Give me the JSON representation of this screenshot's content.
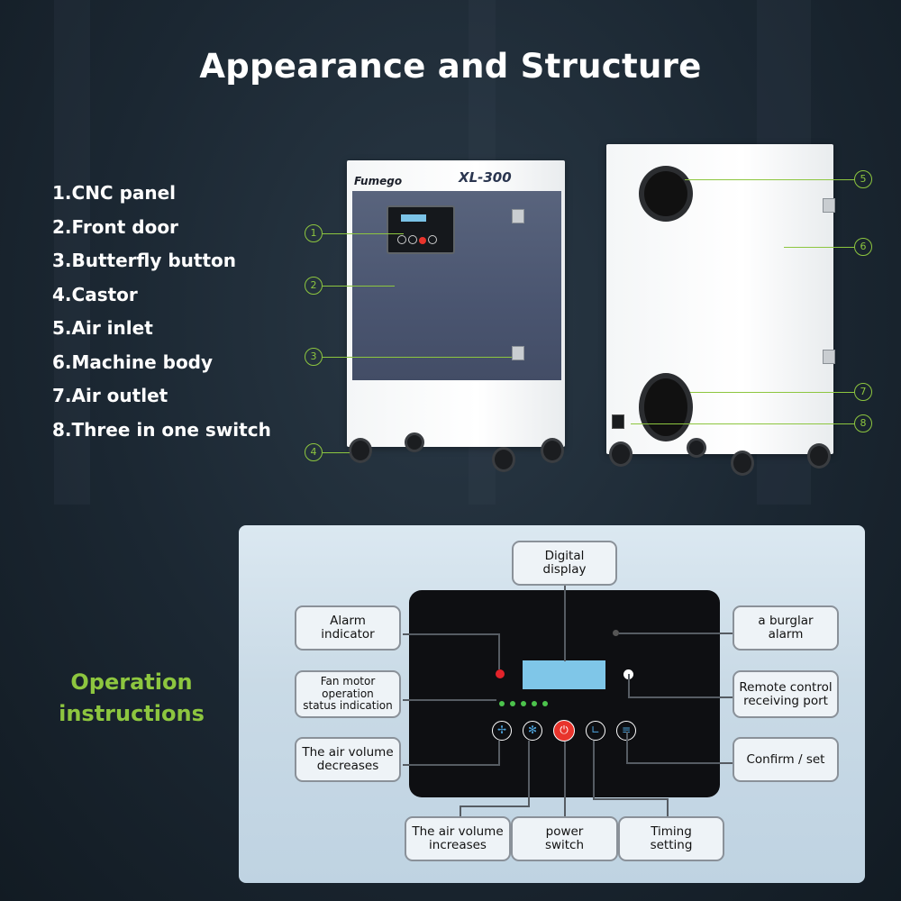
{
  "title": "Appearance and Structure",
  "parts": [
    "1.CNC panel",
    "2.Front door",
    "3.Butterfly button",
    "4.Castor",
    "5.Air inlet",
    "6.Machine body",
    "7.Air outlet",
    "8.Three in one switch"
  ],
  "machine": {
    "brand": "Fumego",
    "model": "XL-300"
  },
  "callouts": [
    "1",
    "2",
    "3",
    "4",
    "5",
    "6",
    "7",
    "8"
  ],
  "operation": {
    "heading_line1": "Operation",
    "heading_line2": "instructions",
    "labels": {
      "digital_display": [
        "Digital",
        "display"
      ],
      "alarm_indicator": [
        "Alarm",
        "indicator"
      ],
      "fan_motor": [
        "Fan motor",
        "operation",
        "status indication"
      ],
      "air_volume_decreases": [
        "The air volume",
        "decreases"
      ],
      "air_volume_increases": [
        "The air volume",
        "increases"
      ],
      "power_switch": [
        "power",
        "switch"
      ],
      "timing_setting": [
        "Timing",
        "setting"
      ],
      "burglar_alarm": [
        "a burglar",
        "alarm"
      ],
      "remote_port": [
        "Remote control",
        "receiving port"
      ],
      "confirm_set": [
        "Confirm / set"
      ]
    }
  },
  "colors": {
    "accent_green": "#8dc63f",
    "display_blue": "#7fc6e8",
    "alarm_red": "#e2232a",
    "power_red": "#e8342c",
    "status_green": "#4cc34c"
  }
}
